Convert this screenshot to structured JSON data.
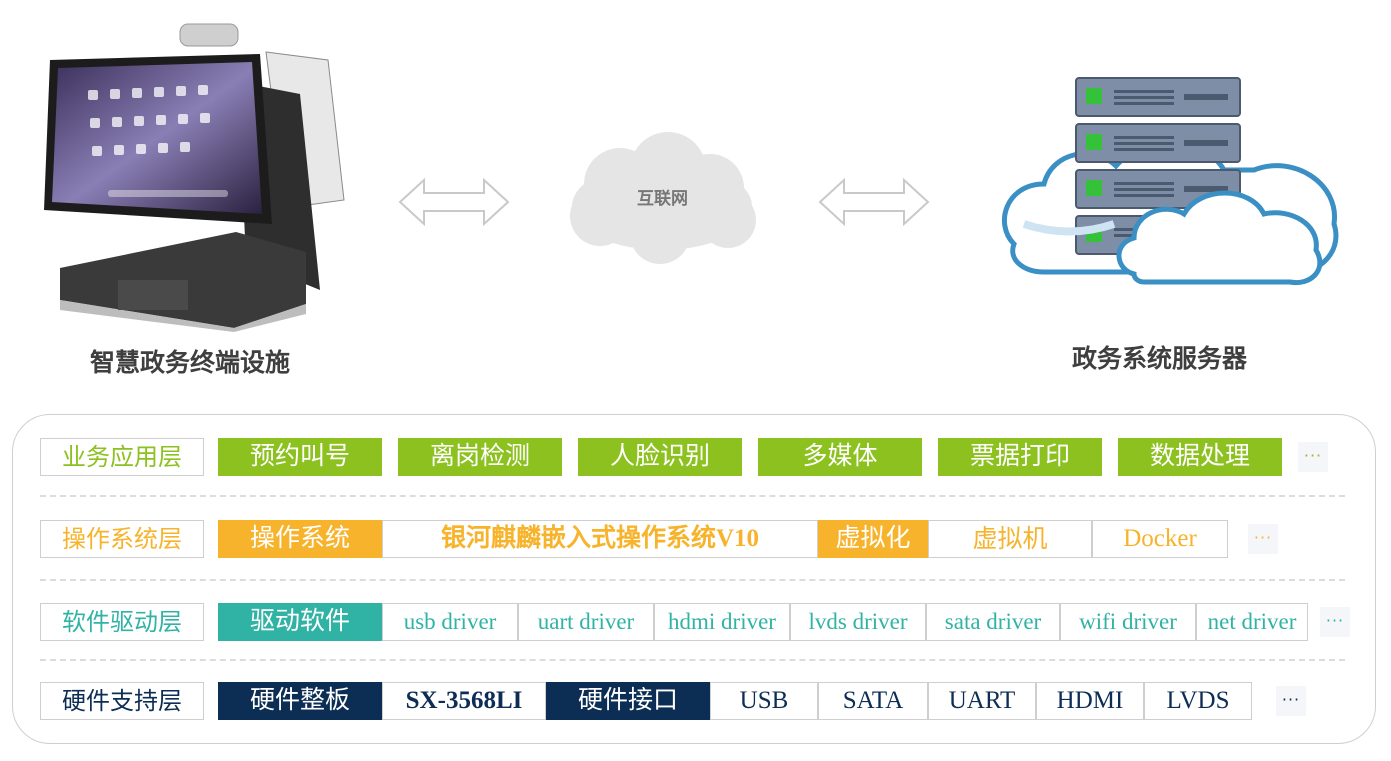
{
  "diagram": {
    "terminal_caption": "智慧政务终端设施",
    "server_caption": "政务系统服务器",
    "cloud_label": "互联网"
  },
  "layers": [
    {
      "label": "业务应用层",
      "color": "#8cc11f",
      "cells": [
        "预约叫号",
        "离岗检测",
        "人脸识别",
        "多媒体",
        "票据打印",
        "数据处理"
      ],
      "more": "···"
    },
    {
      "label": "操作系统层",
      "color": "#f7b32b",
      "cells": [
        "操作系统",
        "银河麒麟嵌入式操作系统V10",
        "虚拟化",
        "虚拟机",
        "Docker"
      ],
      "more": "···"
    },
    {
      "label": "软件驱动层",
      "color": "#30b3a5",
      "cells": [
        "驱动软件",
        "usb driver",
        "uart driver",
        "hdmi driver",
        "lvds driver",
        "sata driver",
        "wifi driver",
        "net driver"
      ],
      "more": "···"
    },
    {
      "label": "硬件支持层",
      "color": "#0d2e54",
      "cells": [
        "硬件整板",
        "SX-3568LI",
        "硬件接口",
        "USB",
        "SATA",
        "UART",
        "HDMI",
        "LVDS"
      ],
      "more": "···"
    }
  ]
}
